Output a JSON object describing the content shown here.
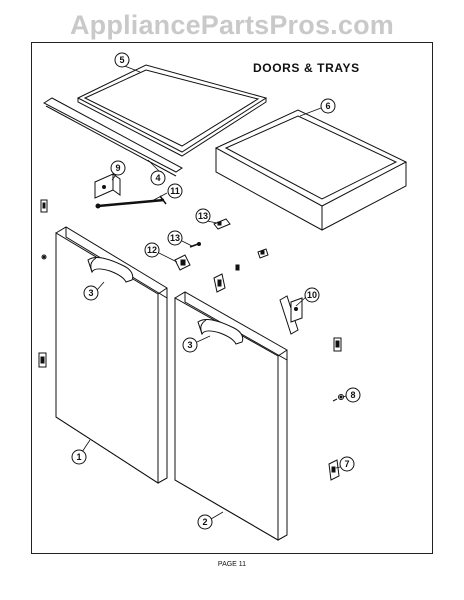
{
  "watermark": "AppliancePartsPros.com",
  "title": "DOORS & TRAYS",
  "footer": "PAGE 11",
  "callouts": [
    {
      "num": "1"
    },
    {
      "num": "2"
    },
    {
      "num": "3"
    },
    {
      "num": "3"
    },
    {
      "num": "4"
    },
    {
      "num": "5"
    },
    {
      "num": "6"
    },
    {
      "num": "7"
    },
    {
      "num": "8"
    },
    {
      "num": "9"
    },
    {
      "num": "10"
    },
    {
      "num": "11"
    },
    {
      "num": "12"
    },
    {
      "num": "13"
    },
    {
      "num": "13"
    }
  ]
}
